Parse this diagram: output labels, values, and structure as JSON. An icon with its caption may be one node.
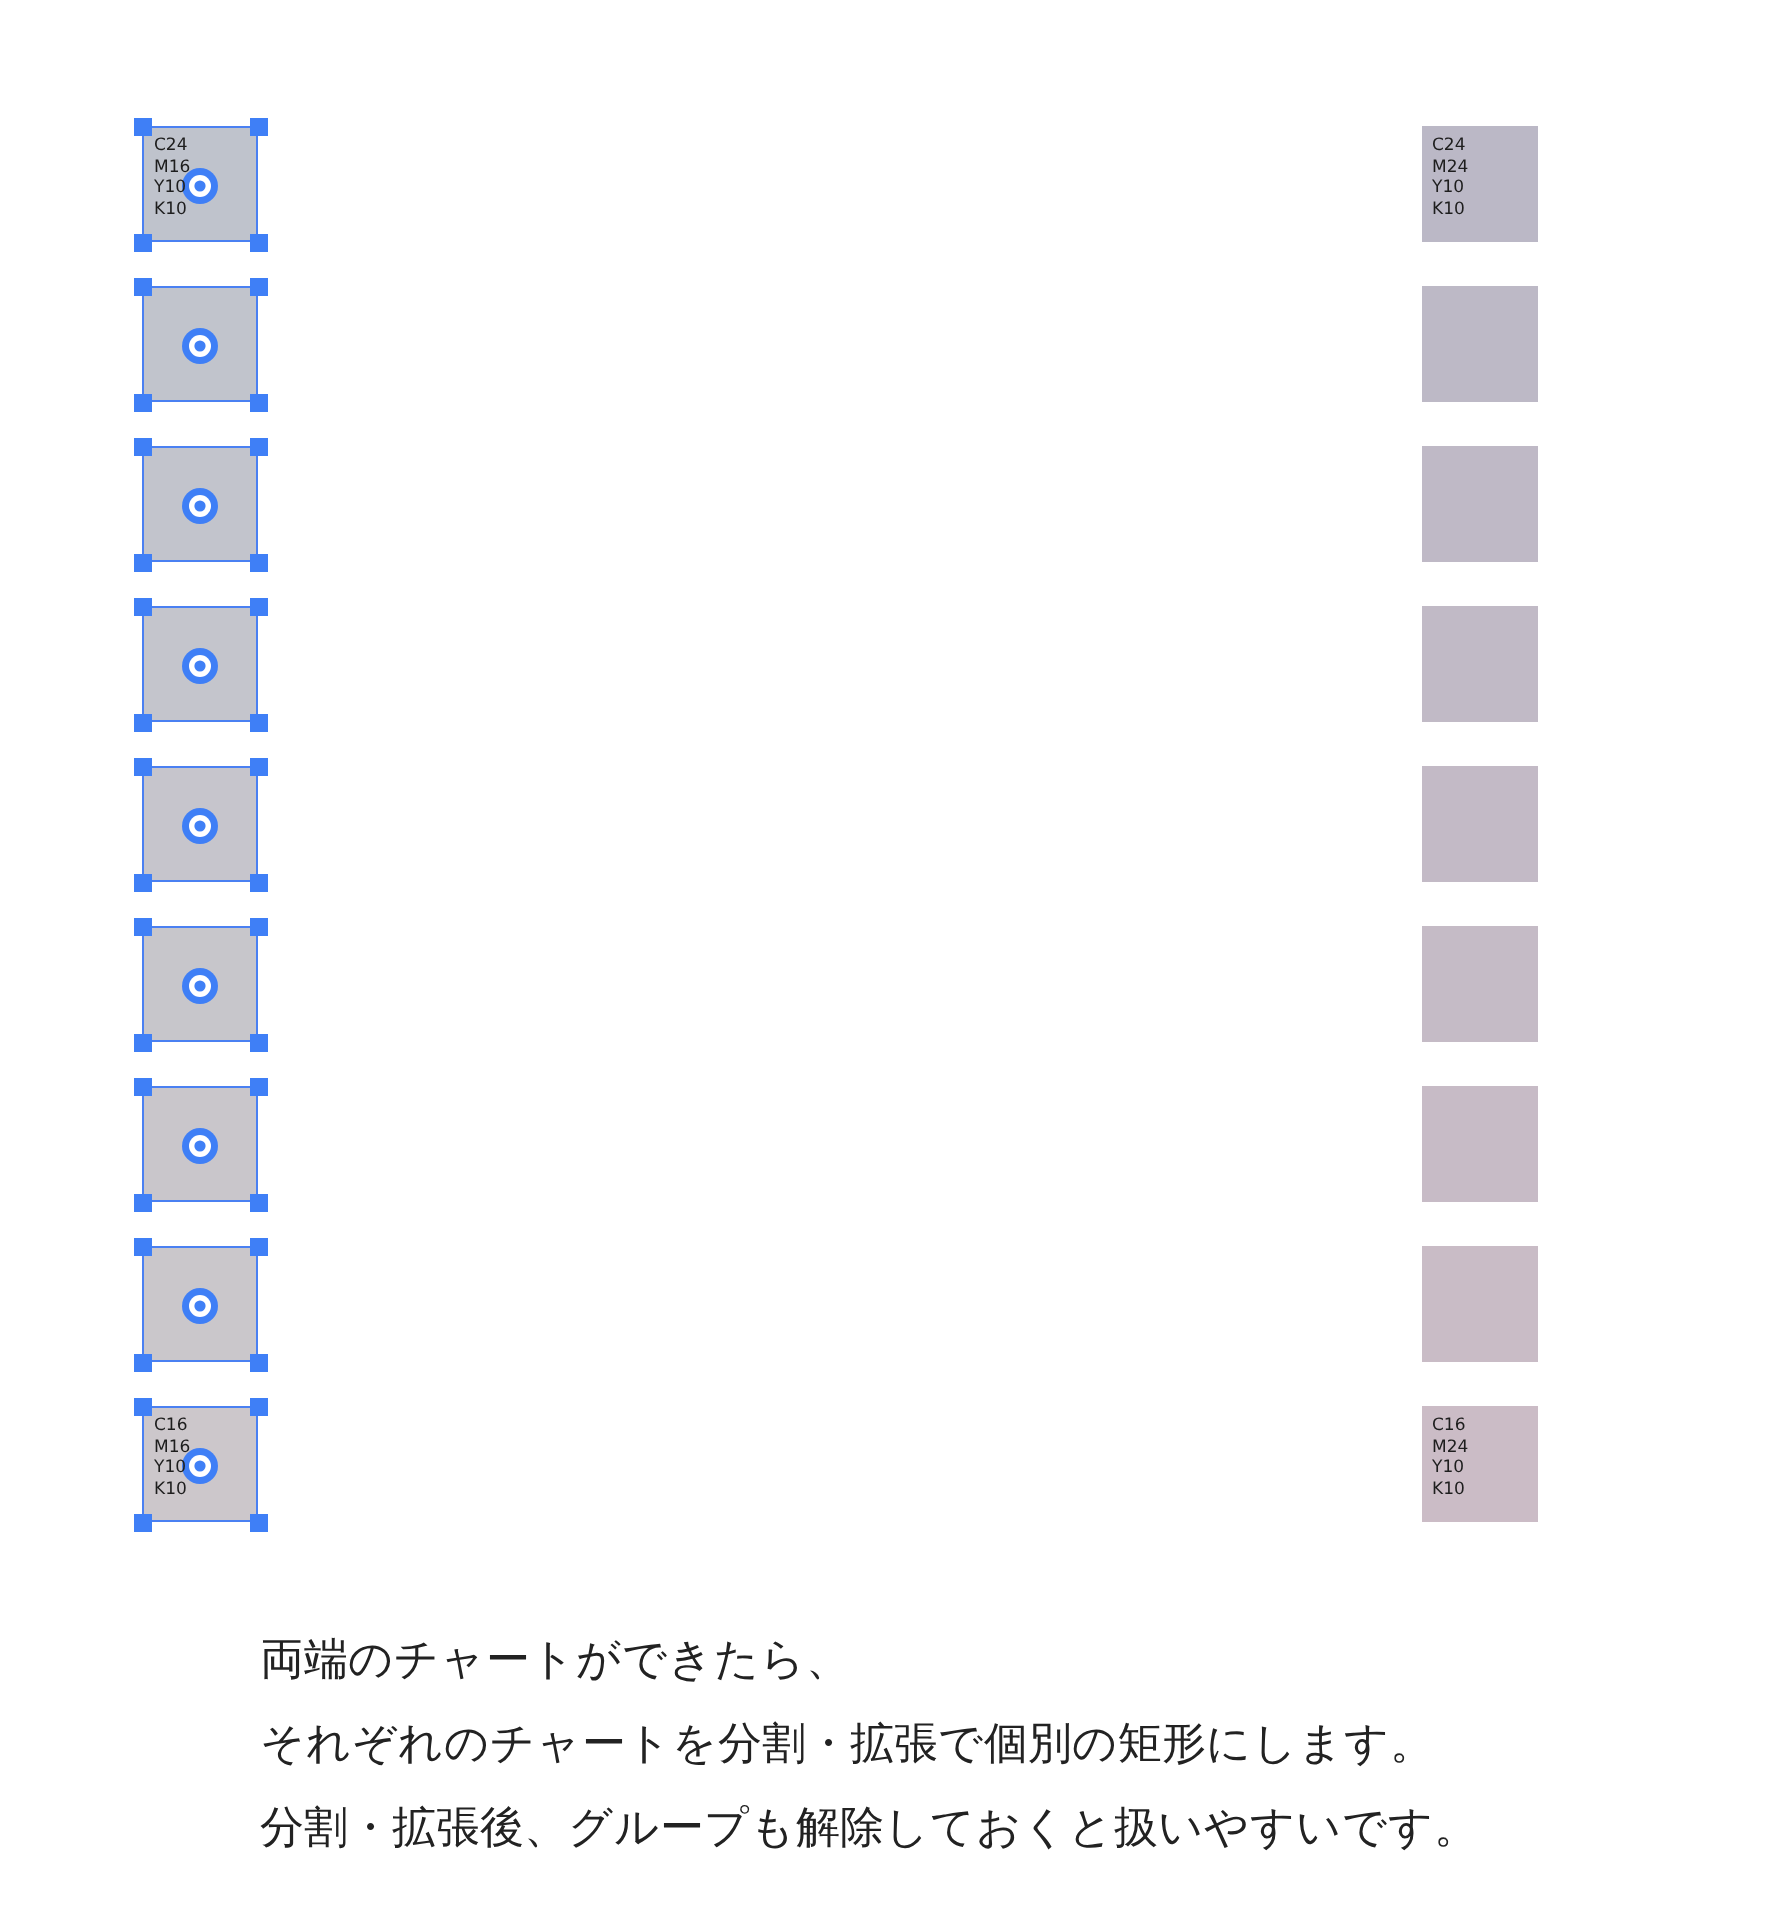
{
  "diagram": {
    "nodes": [
      {
        "text": [
          "C24 M16 Y10 K10"
        ]
      },
      {
        "text": [],
        "shape": "box"
      },
      {
        "text": [],
        "shape": "box"
      },
      {
        "text": [],
        "shape": "box"
      },
      {
        "text": [],
        "shape": "box"
      },
      {
        "text": [],
        "shape": "box"
      },
      {
        "text": [],
        "shape": "box"
      },
      {
        "text": [],
        "shape": "box"
      },
      {
        "text": [
          "C16 M16 Y10 K10"
        ]
      },
      {
        "text": [
          "C24 M24 Y10 K10"
        ]
      },
      {
        "text": [],
        "shape": "box"
      },
      {
        "text": [],
        "shape": "box"
      },
      {
        "text": [],
        "shape": "box"
      },
      {
        "text": [],
        "shape": "box"
      },
      {
        "text": [],
        "shape": "box"
      },
      {
        "text": [],
        "shape": "box"
      },
      {
        "text": [],
        "shape": "box"
      },
      {
        "text": [
          "C16 M24 Y10 K10"
        ]
      }
    ],
    "labels": [
      "両端のチャートができたら、",
      "それぞれのチャートを分割・拡張で個別の矩形にします。",
      "分割・拡張後、グループも解除しておくと扱いやすいです。"
    ]
  }
}
